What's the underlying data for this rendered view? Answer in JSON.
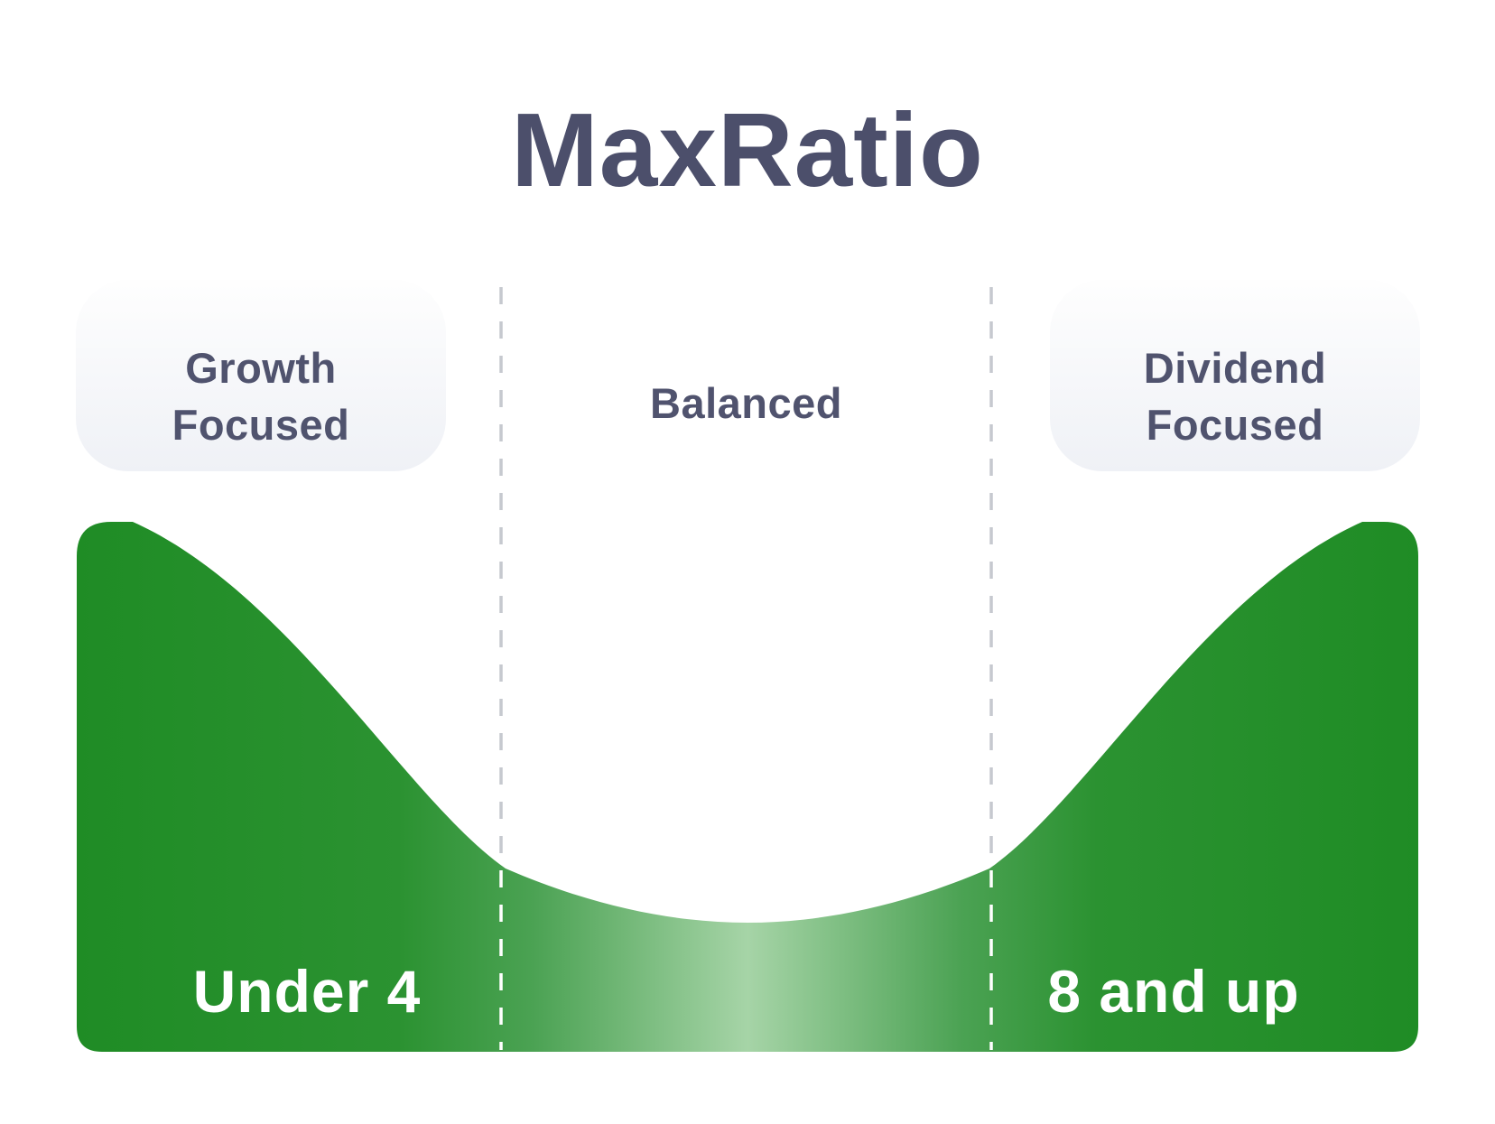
{
  "title": "MaxRatio",
  "sections": [
    {
      "name": "growth-focused",
      "lines": [
        "Growth",
        "Focused"
      ],
      "range": "Under 4"
    },
    {
      "name": "balanced",
      "lines": [
        "Balanced"
      ],
      "range": ""
    },
    {
      "name": "dividend-focused",
      "lines": [
        "Dividend",
        "Focused"
      ],
      "range": "8 and up"
    }
  ],
  "colors": {
    "background": "#ffffff",
    "title-text": "#4c4f6b",
    "label-text": "#50536e",
    "range-text": "#ffffff",
    "green-dark": "#1f8c25",
    "green-mid": "#4ba253",
    "green-light": "#a6d4a7",
    "box-top": "#fefefe",
    "box-bottom": "#eff1f6",
    "dash-gray": "#c6c9cf"
  }
}
